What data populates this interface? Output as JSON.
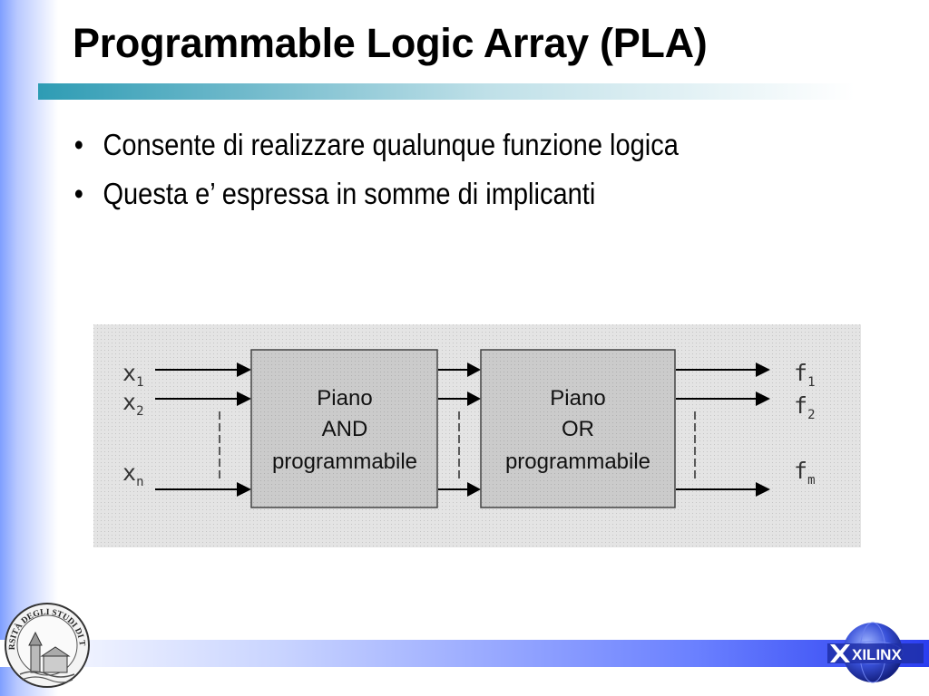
{
  "slide": {
    "title": "Programmable Logic Array (PLA)",
    "bullets": [
      "Consente di realizzare qualunque funzione logica",
      "Questa e’ espressa in somme di implicanti"
    ],
    "bullet_glyph": "•"
  },
  "diagram": {
    "inputs": [
      {
        "letter": "x",
        "sub": "1"
      },
      {
        "letter": "x",
        "sub": "2"
      },
      {
        "letter": "x",
        "sub": "n"
      }
    ],
    "outputs": [
      {
        "letter": "f",
        "sub": "1"
      },
      {
        "letter": "f",
        "sub": "2"
      },
      {
        "letter": "f",
        "sub": "m"
      }
    ],
    "and_plane": {
      "line1": "Piano",
      "line2": "AND",
      "line3": "programmabile"
    },
    "or_plane": {
      "line1": "Piano",
      "line2": "OR",
      "line3": "programmabile"
    }
  },
  "logos": {
    "university_seal_text": "UNIVERSITÀ DEGLI STUDI DI TRIESTE",
    "company": "XILINX"
  },
  "colors": {
    "diagram_background": "#e2e2e2",
    "block_fill": "#c8c8c8",
    "title_rule": "#2e9cb4",
    "bottom_bar": "#2a3ef0"
  }
}
